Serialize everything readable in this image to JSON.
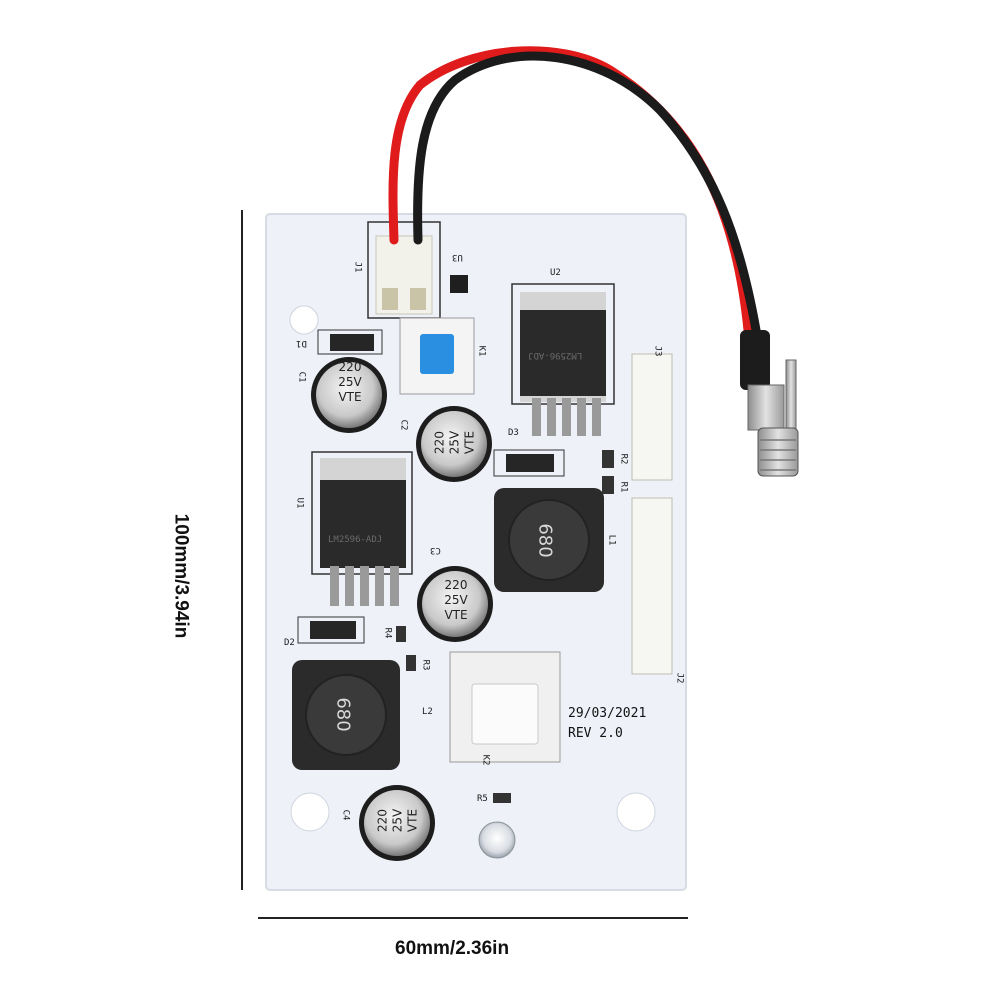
{
  "dimensions": {
    "height_label": "100mm/3.94in",
    "width_label": "60mm/2.36in"
  },
  "board": {
    "date": "29/03/2021",
    "revision": "REV 2.0",
    "refs": {
      "j1": "J1",
      "u3": "U3",
      "u2": "U2",
      "d1": "D1",
      "k1": "K1",
      "c1": "C1",
      "c2": "C2",
      "d3": "D3",
      "r2": "R2",
      "r1": "R1",
      "u1": "U1",
      "c3": "C3",
      "l1": "L1",
      "d2": "D2",
      "r4": "R4",
      "r3": "R3",
      "l2": "L2",
      "k2": "K2",
      "j2": "J2",
      "j3": "J3",
      "c4": "C4",
      "r5": "R5"
    },
    "capacitor": {
      "line1": "220",
      "line2": "25V",
      "line3": "VTE"
    },
    "inductor_marking": "680",
    "regulator_marking": "LM2596-ADJ"
  },
  "colors": {
    "pcb": "#eef2f8",
    "wire_red": "#e01b1b",
    "wire_black": "#1b1b1b",
    "switch_blue": "#2a8fe0"
  }
}
